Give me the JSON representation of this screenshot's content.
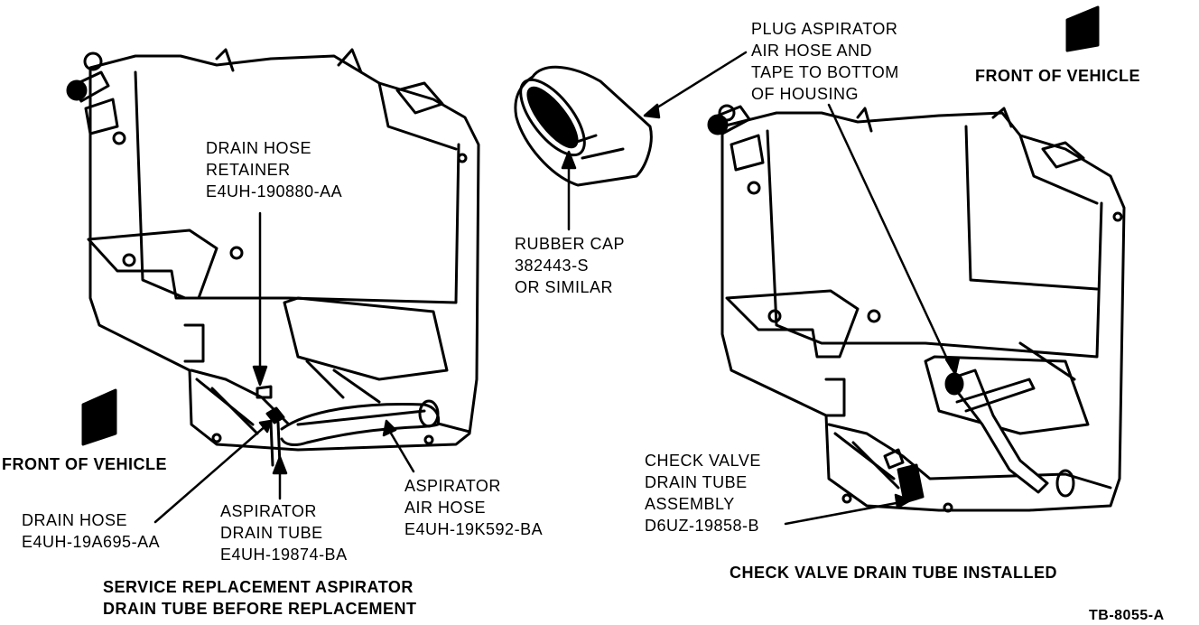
{
  "left_view": {
    "front_label": "FRONT OF VEHICLE",
    "drain_hose_retainer": [
      "DRAIN HOSE",
      "RETAINER",
      "E4UH-190880-AA"
    ],
    "drain_hose": [
      "DRAIN HOSE",
      "E4UH-19A695-AA"
    ],
    "aspirator_drain_tube": [
      "ASPIRATOR",
      "DRAIN TUBE",
      "E4UH-19874-BA"
    ],
    "aspirator_air_hose": [
      "ASPIRATOR",
      "AIR HOSE",
      "E4UH-19K592-BA"
    ],
    "caption": [
      "SERVICE REPLACEMENT ASPIRATOR",
      "DRAIN TUBE BEFORE REPLACEMENT"
    ]
  },
  "center": {
    "plug_note": [
      "PLUG ASPIRATOR",
      "AIR HOSE AND",
      "TAPE TO BOTTOM",
      "OF HOUSING"
    ],
    "rubber_cap": [
      "RUBBER CAP",
      "382443-S",
      "OR SIMILAR"
    ]
  },
  "right_view": {
    "front_label": "FRONT OF VEHICLE",
    "check_valve": [
      "CHECK VALVE",
      "DRAIN TUBE",
      "ASSEMBLY",
      "D6UZ-19858-B"
    ],
    "caption": "CHECK VALVE DRAIN TUBE INSTALLED"
  },
  "figure_id": "TB-8055-A"
}
